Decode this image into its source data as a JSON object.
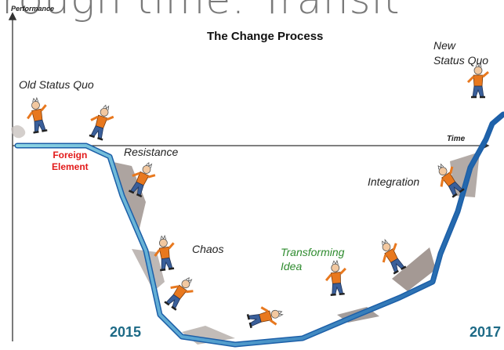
{
  "background_title": "rough time: Transit",
  "diagram": {
    "title": "The Change Process",
    "axis_y_label": "Performance",
    "axis_x_label": "Time",
    "stages": {
      "old_status_quo": "Old Status Quo",
      "foreign_element": "Foreign\nElement",
      "resistance": "Resistance",
      "chaos": "Chaos",
      "transforming_idea": "Transforming\nIdea",
      "integration": "Integration",
      "new_status_quo": "New\nStatus Quo"
    },
    "years": {
      "start": "2015",
      "end": "2017"
    }
  },
  "colors": {
    "curve_light": "#8fd6e3",
    "curve_dark": "#1c5fa8",
    "foreign_element": "#e21a1a",
    "transforming_idea": "#2e8b2e",
    "year_text": "#1d6a86",
    "figure_shirt": "#e8781e",
    "figure_pants": "#3a5f9a"
  }
}
